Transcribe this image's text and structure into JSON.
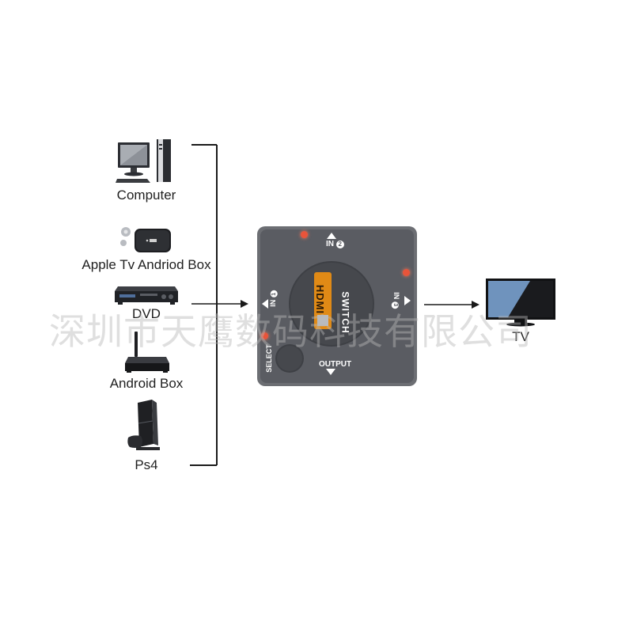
{
  "devices": [
    {
      "name": "Computer",
      "icon": "computer-icon"
    },
    {
      "name": "Apple Tv Andriod Box",
      "icon": "apple-tv-icon"
    },
    {
      "name": "DVD",
      "icon": "dvd-player-icon"
    },
    {
      "name": "Android Box",
      "icon": "android-box-icon"
    },
    {
      "name": "Ps4",
      "icon": "ps4-icon"
    }
  ],
  "switch": {
    "brand": "HDMI",
    "name": "SWITCH",
    "label_in": "IN",
    "label_output": "OUTPUT",
    "label_select": "SELECT",
    "port_1": "1",
    "port_2": "2",
    "port_3": "3",
    "led_color": "#e8543a",
    "body_color": "#5a5c62"
  },
  "tv": {
    "label": "TV",
    "icon": "tv-icon"
  },
  "watermark": "深圳市天鹰数码科技有限公司"
}
